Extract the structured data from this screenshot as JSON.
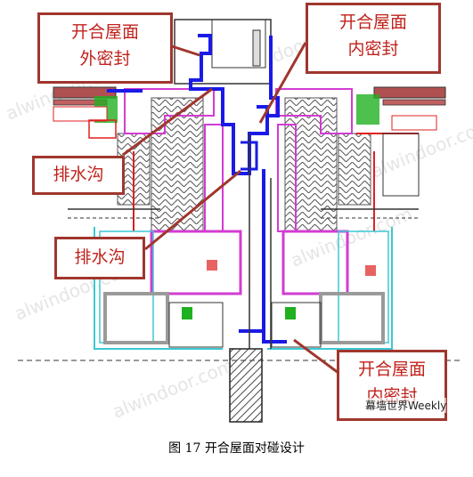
{
  "callouts": {
    "outer_seal": [
      "开合屋面",
      "外密封"
    ],
    "inner_seal_top": [
      "开合屋面",
      "内密封"
    ],
    "drain_upper": "排水沟",
    "drain_lower": "排水沟",
    "inner_seal_bottom": [
      "开合屋面",
      "内密封"
    ]
  },
  "caption": "图 17 开合屋面对碰设计",
  "watermark_text": "alwindoor.com",
  "watermark_brand": "幕墙世界Weekly",
  "colors": {
    "callout_border": "#a0362e",
    "callout_text": "#c0221c",
    "seal_profile_blue": "#1a1ae6",
    "magenta": "#d23cd2",
    "cyan": "#3cc8d2",
    "red": "#e02020",
    "green": "#20b020",
    "linework": "#333333",
    "gray": "#9a9a9a"
  }
}
